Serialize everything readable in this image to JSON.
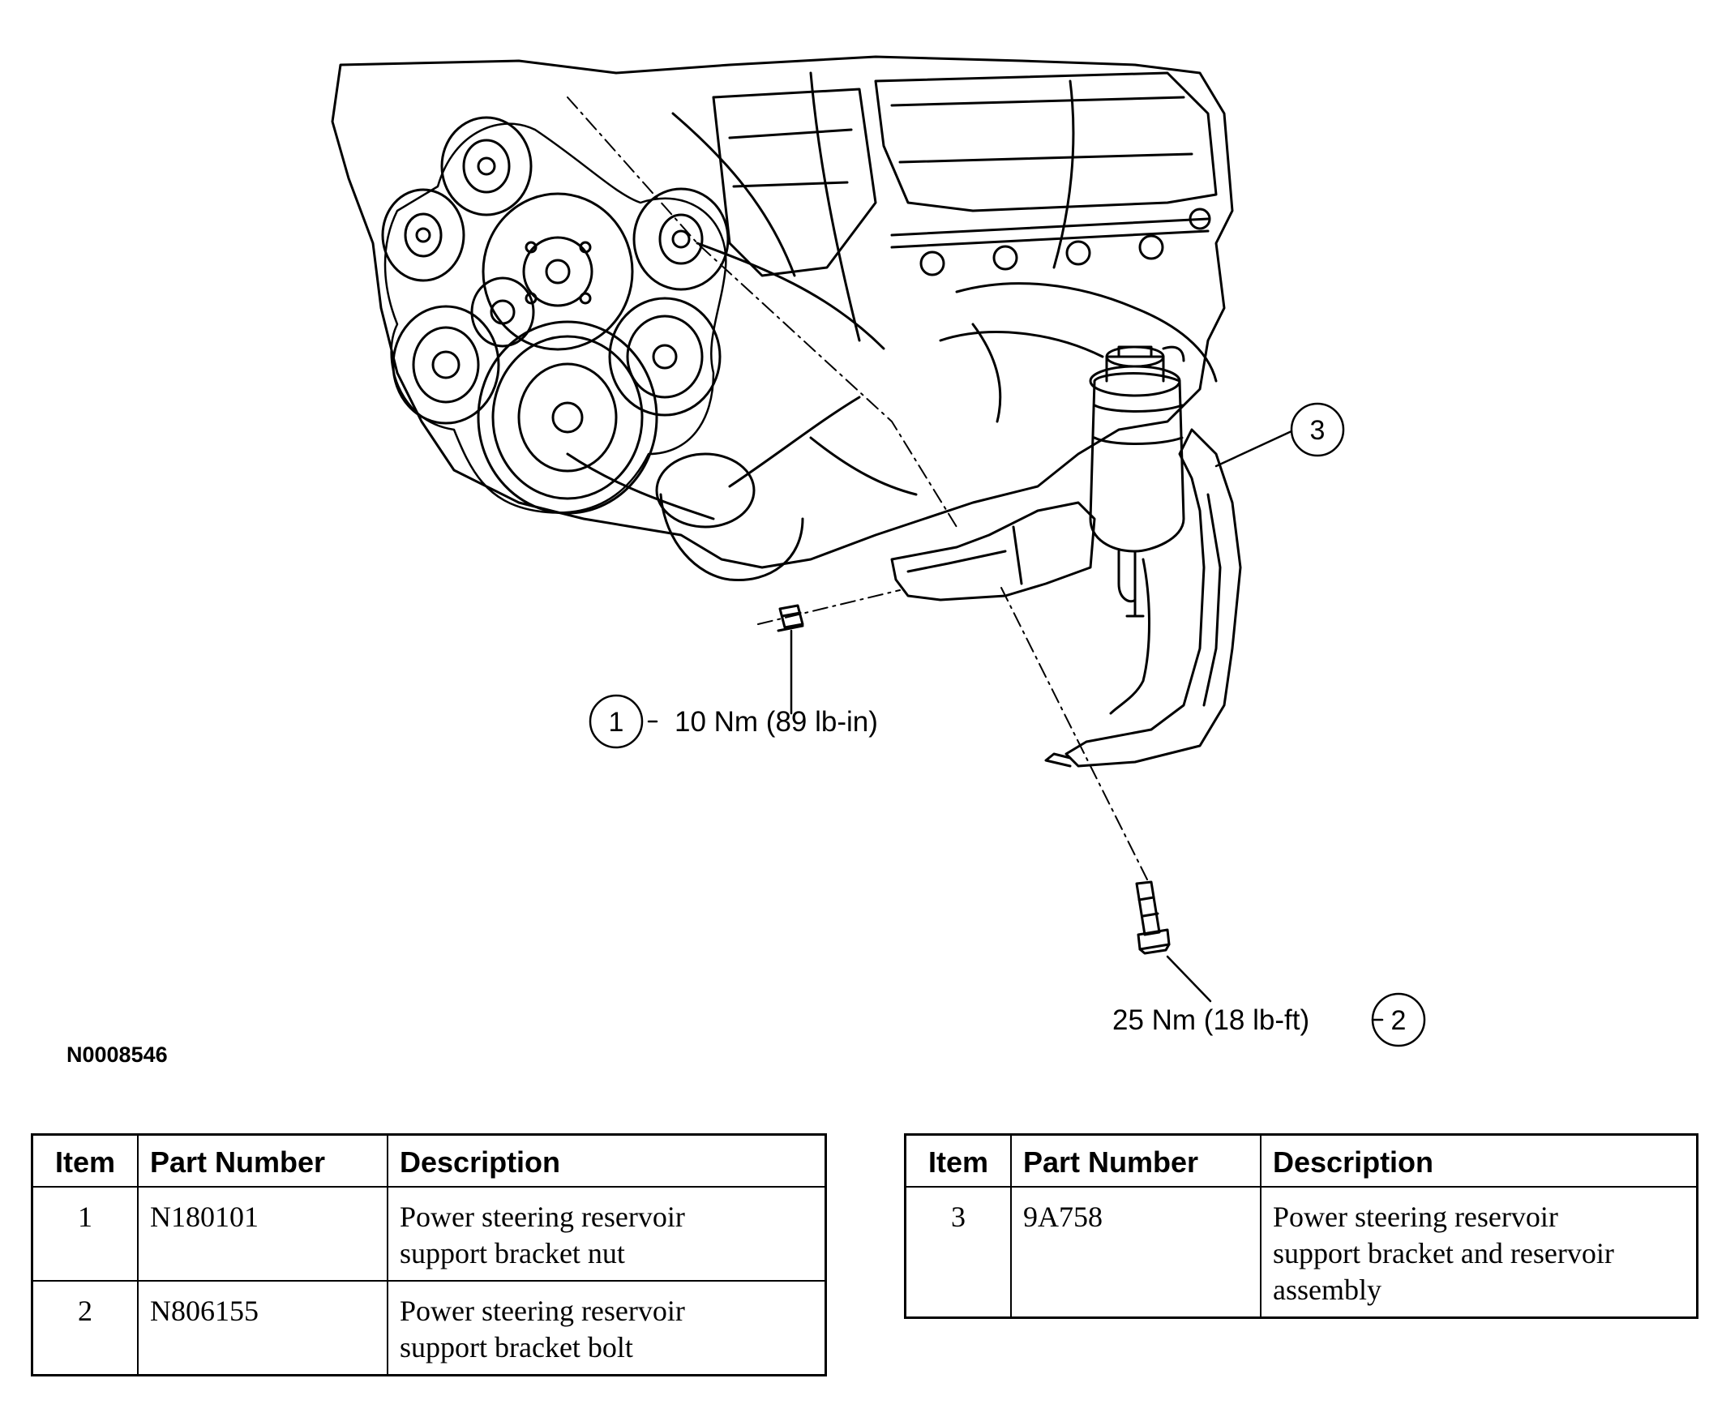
{
  "callouts": [
    {
      "number": "1",
      "torque": "10 Nm (89 lb-in)"
    },
    {
      "number": "2",
      "torque": "25 Nm (18 lb-ft)"
    },
    {
      "number": "3",
      "torque": ""
    }
  ],
  "figure_id": "N0008546",
  "tables": {
    "headers": {
      "item": "Item",
      "part_number": "Part Number",
      "description": "Description"
    },
    "left": [
      {
        "item": "1",
        "part_number": "N180101",
        "description_lines": [
          "Power steering reservoir",
          "support bracket nut"
        ]
      },
      {
        "item": "2",
        "part_number": "N806155",
        "description_lines": [
          "Power steering reservoir",
          "support bracket bolt"
        ]
      }
    ],
    "right": [
      {
        "item": "3",
        "part_number": "9A758",
        "description_lines": [
          "Power steering reservoir",
          "support bracket and reservoir",
          "assembly"
        ]
      }
    ]
  }
}
